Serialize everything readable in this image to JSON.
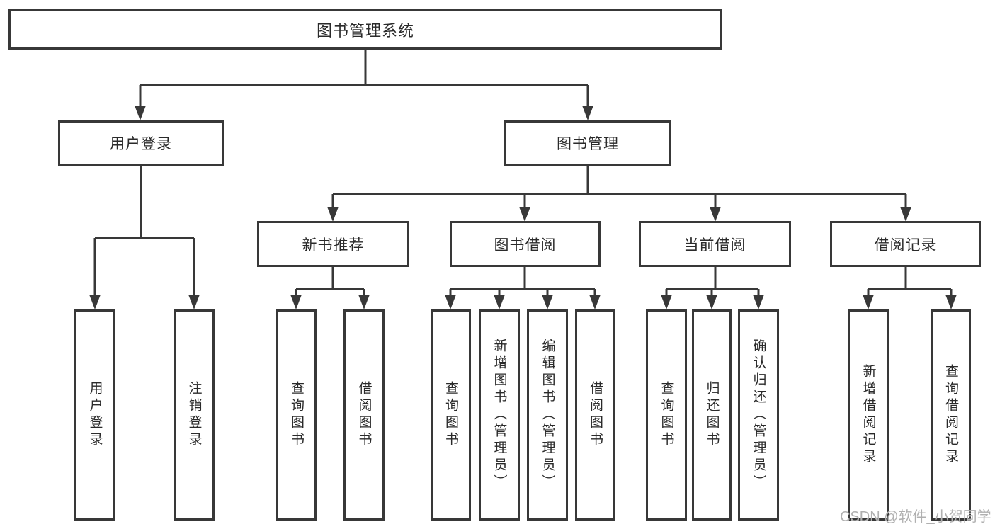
{
  "tree": {
    "label": "图书管理系统",
    "children": [
      {
        "label": "用户登录",
        "children": [
          {
            "label": "用户登录"
          },
          {
            "label": "注销登录"
          }
        ]
      },
      {
        "label": "图书管理",
        "children": [
          {
            "label": "新书推荐",
            "children": [
              {
                "label": "查询图书"
              },
              {
                "label": "借阅图书"
              }
            ]
          },
          {
            "label": "图书借阅",
            "children": [
              {
                "label": "查询图书"
              },
              {
                "label": "新增图书（管理员）"
              },
              {
                "label": "编辑图书（管理员）"
              },
              {
                "label": "借阅图书"
              }
            ]
          },
          {
            "label": "当前借阅",
            "children": [
              {
                "label": "查询图书"
              },
              {
                "label": "归还图书"
              },
              {
                "label": "确认归还（管理员）"
              }
            ]
          },
          {
            "label": "借阅记录",
            "children": [
              {
                "label": "新增借阅记录"
              },
              {
                "label": "查询借阅记录"
              }
            ]
          }
        ]
      }
    ]
  },
  "watermark": {
    "text": "CSDN @软件_小贺同学"
  },
  "colors": {
    "line": "#383838",
    "text": "#2a2a2a",
    "box_background": "#ffffff",
    "watermark": "#b0b0b0"
  }
}
